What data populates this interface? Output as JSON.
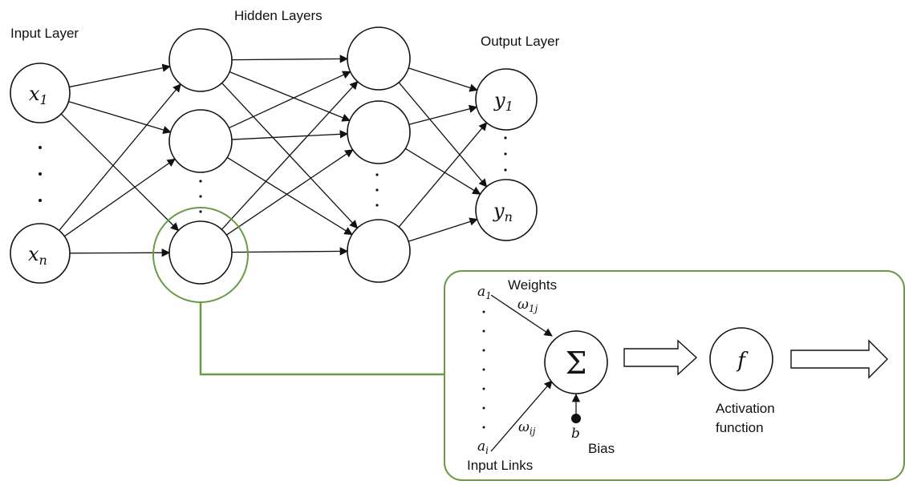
{
  "labels": {
    "input_layer": "Input Layer",
    "hidden_layers": "Hidden Layers",
    "output_layer": "Output Layer",
    "weights": "Weights",
    "bias": "Bias",
    "input_links": "Input Links",
    "activation_line1": "Activation",
    "activation_line2": "function"
  },
  "math": {
    "x": "x",
    "x_sub_1": "1",
    "x_sub_n": "n",
    "y": "y",
    "y_sub_1": "1",
    "y_sub_n": "n",
    "a": "a",
    "a_sub_1": "1",
    "a_sub_i": "i",
    "omega": "ω",
    "omega_sub_1j": "1j",
    "omega_sub_ij": "ij",
    "b": "b",
    "sigma": "Σ",
    "f": "f"
  },
  "colors": {
    "highlight": "#6a9a45",
    "ink": "#111111"
  }
}
